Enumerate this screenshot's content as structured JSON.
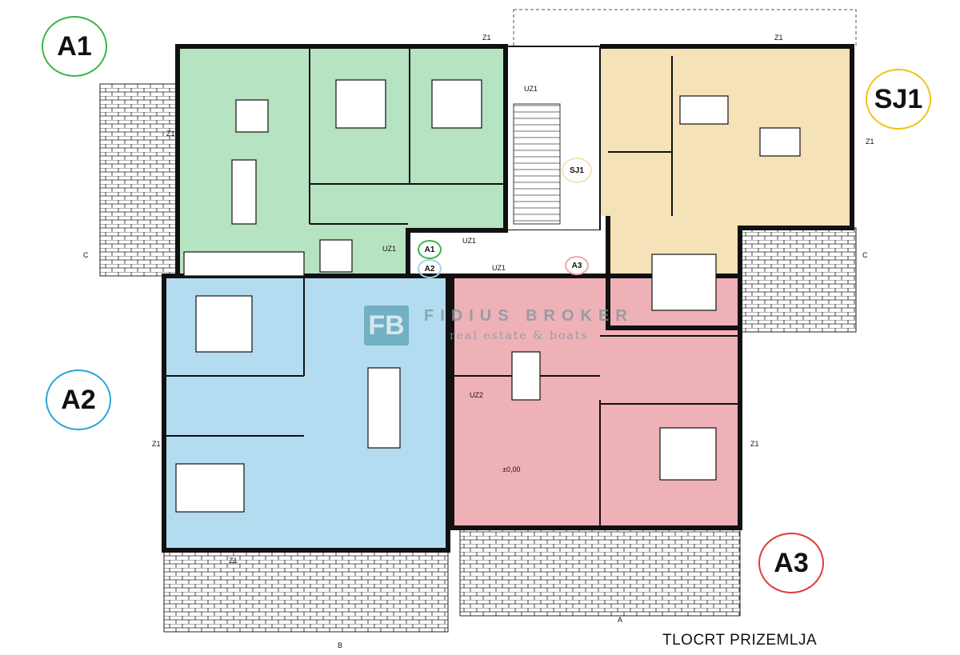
{
  "title": "TLOCRT PRIZEMLJA",
  "units": [
    {
      "label": "A1",
      "color": "#3cb54a",
      "fill": "#b6e3c2"
    },
    {
      "label": "SJ1",
      "color": "#f0c419",
      "fill": "#f6e2b8"
    },
    {
      "label": "A2",
      "color": "#2aa6d9",
      "fill": "#b3dcf0"
    },
    {
      "label": "A3",
      "color": "#e03a3a",
      "fill": "#efb1b8"
    }
  ],
  "watermark": {
    "brand": "FIDIUS BROKER",
    "tagline": "real estate & boats",
    "logo": "FB"
  },
  "entrance_markers": {
    "a1": "A1",
    "a2": "A2",
    "a3": "A3",
    "sj1": "SJ1"
  },
  "section_markers": {
    "c_left": "C",
    "c_right": "C",
    "b": "B",
    "a": "A"
  },
  "wall_tags": [
    "Z1",
    "Z1",
    "Z1",
    "Z1",
    "Z1",
    "Z1",
    "Z1",
    "UZ1",
    "UZ1",
    "UZ1",
    "UZ1",
    "UZ2"
  ],
  "tag_values": {
    "z1": "Z1",
    "uz1": "UZ1",
    "uz2": "UZ2",
    "level": "±0,00"
  }
}
